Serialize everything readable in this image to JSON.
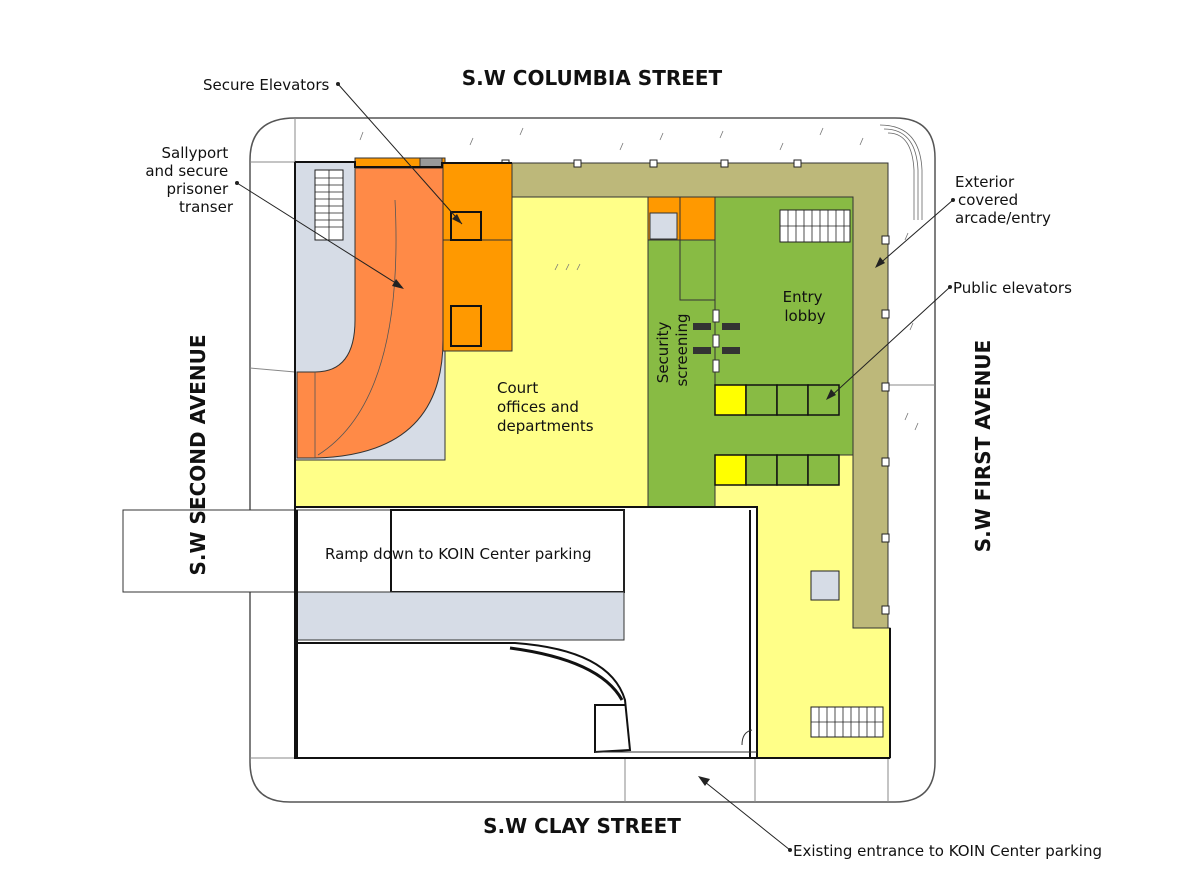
{
  "streets": {
    "north": "S.W COLUMBIA STREET",
    "south": "S.W CLAY STREET",
    "west": "S.W SECOND AVENUE",
    "east": "S.W FIRST AVENUE"
  },
  "callouts": {
    "secure_elevators": "Secure Elevators",
    "sallyport": [
      "Sallyport",
      "and secure",
      "prisoner",
      "transer"
    ],
    "exterior_arcade": [
      "Exterior",
      "covered",
      "arcade/entry"
    ],
    "public_elevators": "Public elevators",
    "koin_entrance": "Existing entrance to KOIN Center parking"
  },
  "rooms": {
    "court_offices": [
      "Court",
      "offices and",
      "departments"
    ],
    "entry_lobby": [
      "Entry",
      "lobby"
    ],
    "security_screening": [
      "Security",
      "screening"
    ],
    "ramp": "Ramp down to KOIN Center parking"
  },
  "colors": {
    "court_yellow": "#ffff88",
    "lobby_green": "#88bb44",
    "sallyport_orange": "#ff8a47",
    "elevator_orange": "#ff9900",
    "arcade_olive": "#bdb87a",
    "service_gray": "#d6dce6",
    "elevator_yellow": "#ffff00"
  }
}
